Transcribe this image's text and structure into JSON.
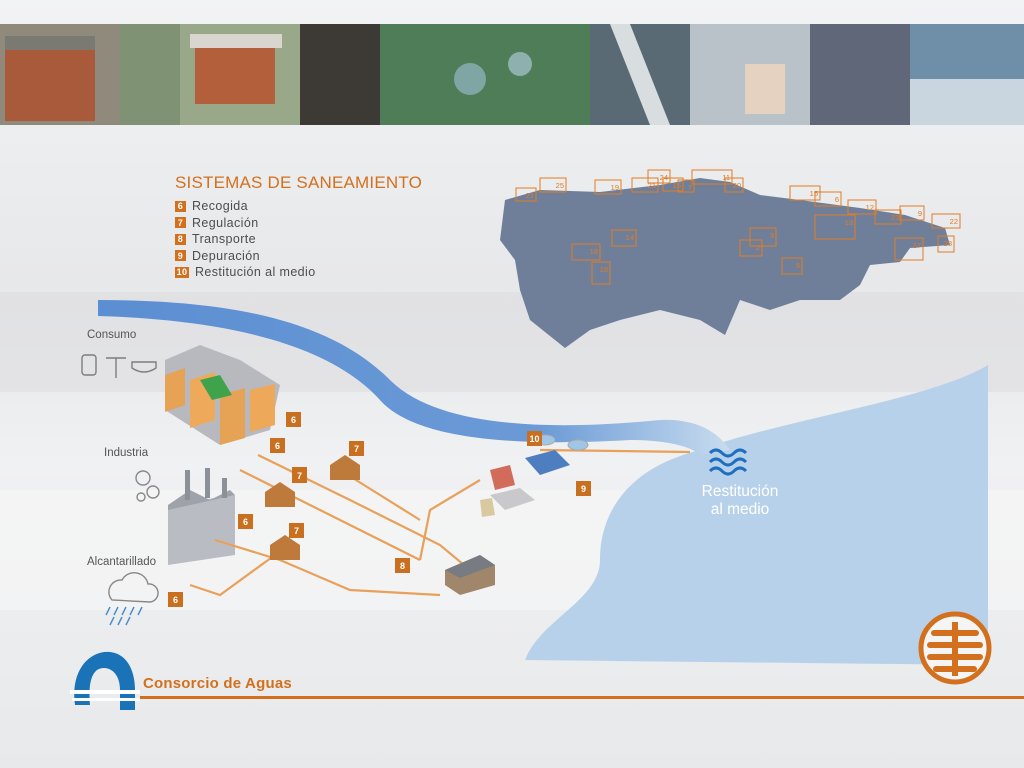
{
  "header": {
    "title": "SISTEMAS DE SANEAMIENTO"
  },
  "legend": [
    {
      "num": "6",
      "label": "Recogida"
    },
    {
      "num": "7",
      "label": "Regulación"
    },
    {
      "num": "8",
      "label": "Transporte"
    },
    {
      "num": "9",
      "label": "Depuración"
    },
    {
      "num": "10",
      "label": "Restitución al medio"
    }
  ],
  "labels": {
    "consumo": "Consumo",
    "industria": "Industria",
    "alcantarillado": "Alcantarillado",
    "restitucion_line1": "Restitución",
    "restitucion_line2": "al medio"
  },
  "map_zones": [
    "21",
    "25",
    "19",
    "21",
    "24",
    "16",
    "7",
    "11",
    "20",
    "15",
    "6",
    "12",
    "23",
    "9",
    "22",
    "28",
    "27",
    "14",
    "18",
    "18",
    "13",
    "3",
    "2",
    "5"
  ],
  "badges": [
    "6",
    "6",
    "6",
    "6",
    "7",
    "7",
    "7",
    "7",
    "8",
    "9",
    "10"
  ],
  "brand": {
    "name": "Consorcio de Aguas"
  },
  "colors": {
    "accent": "#d3701d",
    "river": "#5b8dd0",
    "map": "#6f7f9a",
    "sea": "#b9d2ea"
  }
}
